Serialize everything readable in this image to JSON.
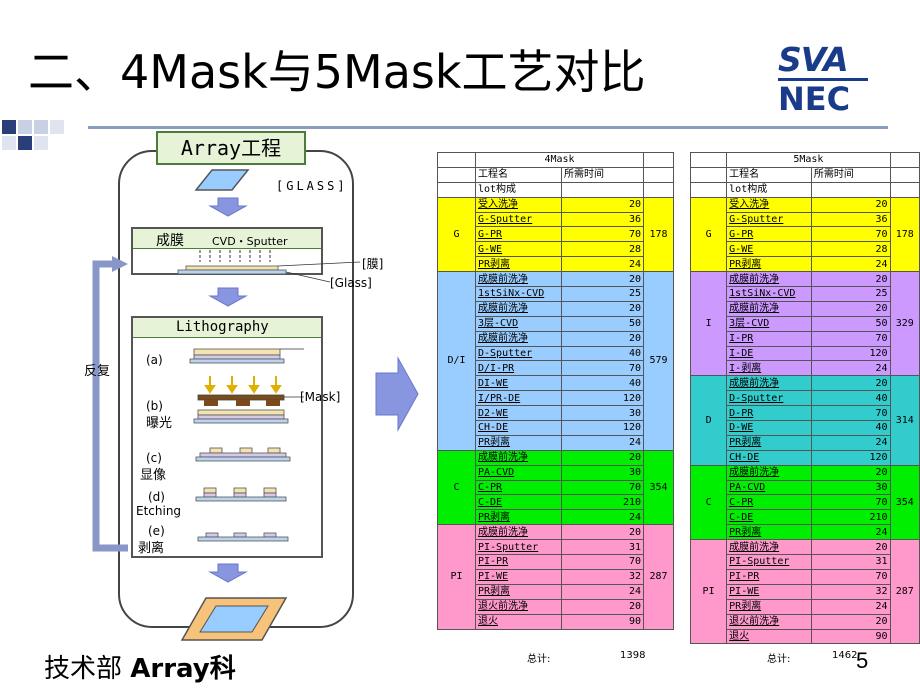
{
  "slide": {
    "title": "二、4Mask与5Mask工艺对比",
    "logo_top": "SVA",
    "logo_bottom": "NEC",
    "footer_left": "技术部 ",
    "footer_bold": "Array科",
    "page_number": "5",
    "colors": {
      "logo": "#1a3a8a",
      "G": "#ffff00",
      "DI": "#99ccff",
      "I": "#cc99ff",
      "D": "#33cccc",
      "C": "#00ee00",
      "PI": "#ff99cc"
    }
  },
  "diagram": {
    "array_label": "Array工程",
    "glass_label": "[GLASS]",
    "film_title": "成膜",
    "film_sub": "CVD・Sputter",
    "film_label": "[膜]",
    "glass_label2": "[Glass]",
    "litho_title": "Lithography",
    "repeat_label": "反复",
    "mask_label": "[Mask]",
    "steps": [
      {
        "id": "(a)",
        "text": ""
      },
      {
        "id": "(b)",
        "text": "曝光"
      },
      {
        "id": "(c)",
        "text": "显像"
      },
      {
        "id": "(d)",
        "text": "Etching"
      },
      {
        "id": "(e)",
        "text": "剥离"
      }
    ]
  },
  "tables": {
    "left": {
      "header": "4Mask",
      "col_name": "工程名",
      "col_time": "所需时间",
      "lot": "lot构成",
      "groups": [
        {
          "label": "G",
          "sum": "178",
          "color": "#ffff00",
          "rows": [
            [
              "受入洗净",
              "20"
            ],
            [
              "G-Sputter",
              "36"
            ],
            [
              "G-PR",
              "70"
            ],
            [
              "G-WE",
              "28"
            ],
            [
              "PR剥离",
              "24"
            ]
          ]
        },
        {
          "label": "D/I",
          "sum": "579",
          "color": "#99ccff",
          "rows": [
            [
              "成膜前洗净",
              "20"
            ],
            [
              "1stSiNx-CVD",
              "25"
            ],
            [
              "成膜前洗净",
              "20"
            ],
            [
              "3层-CVD",
              "50"
            ],
            [
              "成膜前洗净",
              "20"
            ],
            [
              "D-Sputter",
              "40"
            ],
            [
              "D/I-PR",
              "70"
            ],
            [
              "DI-WE",
              "40"
            ],
            [
              "I/PR-DE",
              "120"
            ],
            [
              "D2-WE",
              "30"
            ],
            [
              "CH-DE",
              "120"
            ],
            [
              "PR剥离",
              "24"
            ]
          ]
        },
        {
          "label": "C",
          "sum": "354",
          "color": "#00ee00",
          "rows": [
            [
              "成膜前洗净",
              "20"
            ],
            [
              "PA-CVD",
              "30"
            ],
            [
              "C-PR",
              "70"
            ],
            [
              "C-DE",
              "210"
            ],
            [
              "PR剥离",
              "24"
            ]
          ]
        },
        {
          "label": "PI",
          "sum": "287",
          "color": "#ff99cc",
          "rows": [
            [
              "成膜前洗净",
              "20"
            ],
            [
              "PI-Sputter",
              "31"
            ],
            [
              "PI-PR",
              "70"
            ],
            [
              "PI-WE",
              "32"
            ],
            [
              "PR剥离",
              "24"
            ],
            [
              "退火前洗净",
              "20"
            ],
            [
              "退火",
              "90"
            ]
          ]
        }
      ],
      "total_label": "总计:",
      "total_value": "1398"
    },
    "right": {
      "header": "5Mask",
      "col_name": "工程名",
      "col_time": "所需时间",
      "lot": "lot构成",
      "groups": [
        {
          "label": "G",
          "sum": "178",
          "color": "#ffff00",
          "rows": [
            [
              "受入洗净",
              "20"
            ],
            [
              "G-Sputter",
              "36"
            ],
            [
              "G-PR",
              "70"
            ],
            [
              "G-WE",
              "28"
            ],
            [
              "PR剥离",
              "24"
            ]
          ]
        },
        {
          "label": "I",
          "sum": "329",
          "color": "#cc99ff",
          "rows": [
            [
              "成膜前洗净",
              "20"
            ],
            [
              "1stSiNx-CVD",
              "25"
            ],
            [
              "成膜前洗净",
              "20"
            ],
            [
              "3层-CVD",
              "50"
            ],
            [
              "I-PR",
              "70"
            ],
            [
              "I-DE",
              "120"
            ],
            [
              "I-剥离",
              "24"
            ]
          ]
        },
        {
          "label": "D",
          "sum": "314",
          "color": "#33cccc",
          "rows": [
            [
              "成膜前洗净",
              "20"
            ],
            [
              "D-Sputter",
              "40"
            ],
            [
              "D-PR",
              "70"
            ],
            [
              "D-WE",
              "40"
            ],
            [
              "PR剥离",
              "24"
            ],
            [
              "CH-DE",
              "120"
            ]
          ]
        },
        {
          "label": "C",
          "sum": "354",
          "color": "#00ee00",
          "rows": [
            [
              "成膜前洗净",
              "20"
            ],
            [
              "PA-CVD",
              "30"
            ],
            [
              "C-PR",
              "70"
            ],
            [
              "C-DE",
              "210"
            ],
            [
              "PR剥离",
              "24"
            ]
          ]
        },
        {
          "label": "PI",
          "sum": "287",
          "color": "#ff99cc",
          "rows": [
            [
              "成膜前洗净",
              "20"
            ],
            [
              "PI-Sputter",
              "31"
            ],
            [
              "PI-PR",
              "70"
            ],
            [
              "PI-WE",
              "32"
            ],
            [
              "PR剥离",
              "24"
            ],
            [
              "退火前洗净",
              "20"
            ],
            [
              "退火",
              "90"
            ]
          ]
        }
      ],
      "total_label": "总计:",
      "total_value": "1462"
    }
  }
}
